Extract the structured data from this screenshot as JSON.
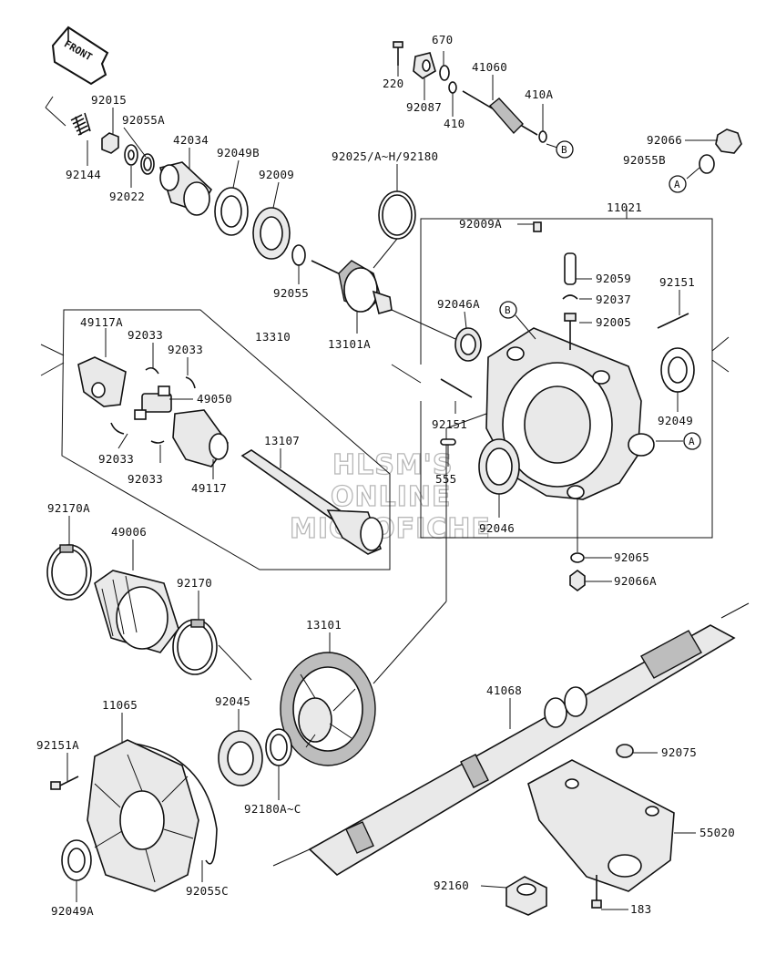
{
  "front_label": "FRONT",
  "watermark": [
    "HLSM'S",
    "ONLINE",
    "MICROFICHE"
  ],
  "callouts": {
    "c670": "670",
    "c220": "220",
    "c92087": "92087",
    "c410": "410",
    "c41060": "41060",
    "c410A": "410A",
    "c92066": "92066",
    "c92055B": "92055B",
    "c92015": "92015",
    "c92055A": "92055A",
    "c42034": "42034",
    "c92049B": "92049B",
    "c92009": "92009",
    "c92144": "92144",
    "c92022": "92022",
    "c92025": "92025/A~H/92180",
    "c92009A": "92009A",
    "c11021": "11021",
    "c92059": "92059",
    "c92037": "92037",
    "c92005": "92005",
    "c92151b": "92151",
    "c92055": "92055",
    "c13101A": "13101A",
    "c92046A": "92046A",
    "c49117A": "49117A",
    "c92033a": "92033",
    "c92033b": "92033",
    "c13310": "13310",
    "c49050": "49050",
    "c92033c": "92033",
    "c92033d": "92033",
    "c49117": "49117",
    "c13107": "13107",
    "c92151a": "92151",
    "c555": "555",
    "c92046": "92046",
    "c92049": "92049",
    "c92065": "92065",
    "c92066A": "92066A",
    "c92170A": "92170A",
    "c49006": "49006",
    "c92170": "92170",
    "c13101": "13101",
    "c41068": "41068",
    "c11065": "11065",
    "c92045": "92045",
    "c92151A": "92151A",
    "c92180AC": "92180A~C",
    "c92075": "92075",
    "c55020": "55020",
    "c92049A": "92049A",
    "c92055C": "92055C",
    "c92160": "92160",
    "c183": "183"
  },
  "refs": {
    "A1": "A",
    "A2": "A",
    "B1": "B",
    "B2": "B"
  }
}
